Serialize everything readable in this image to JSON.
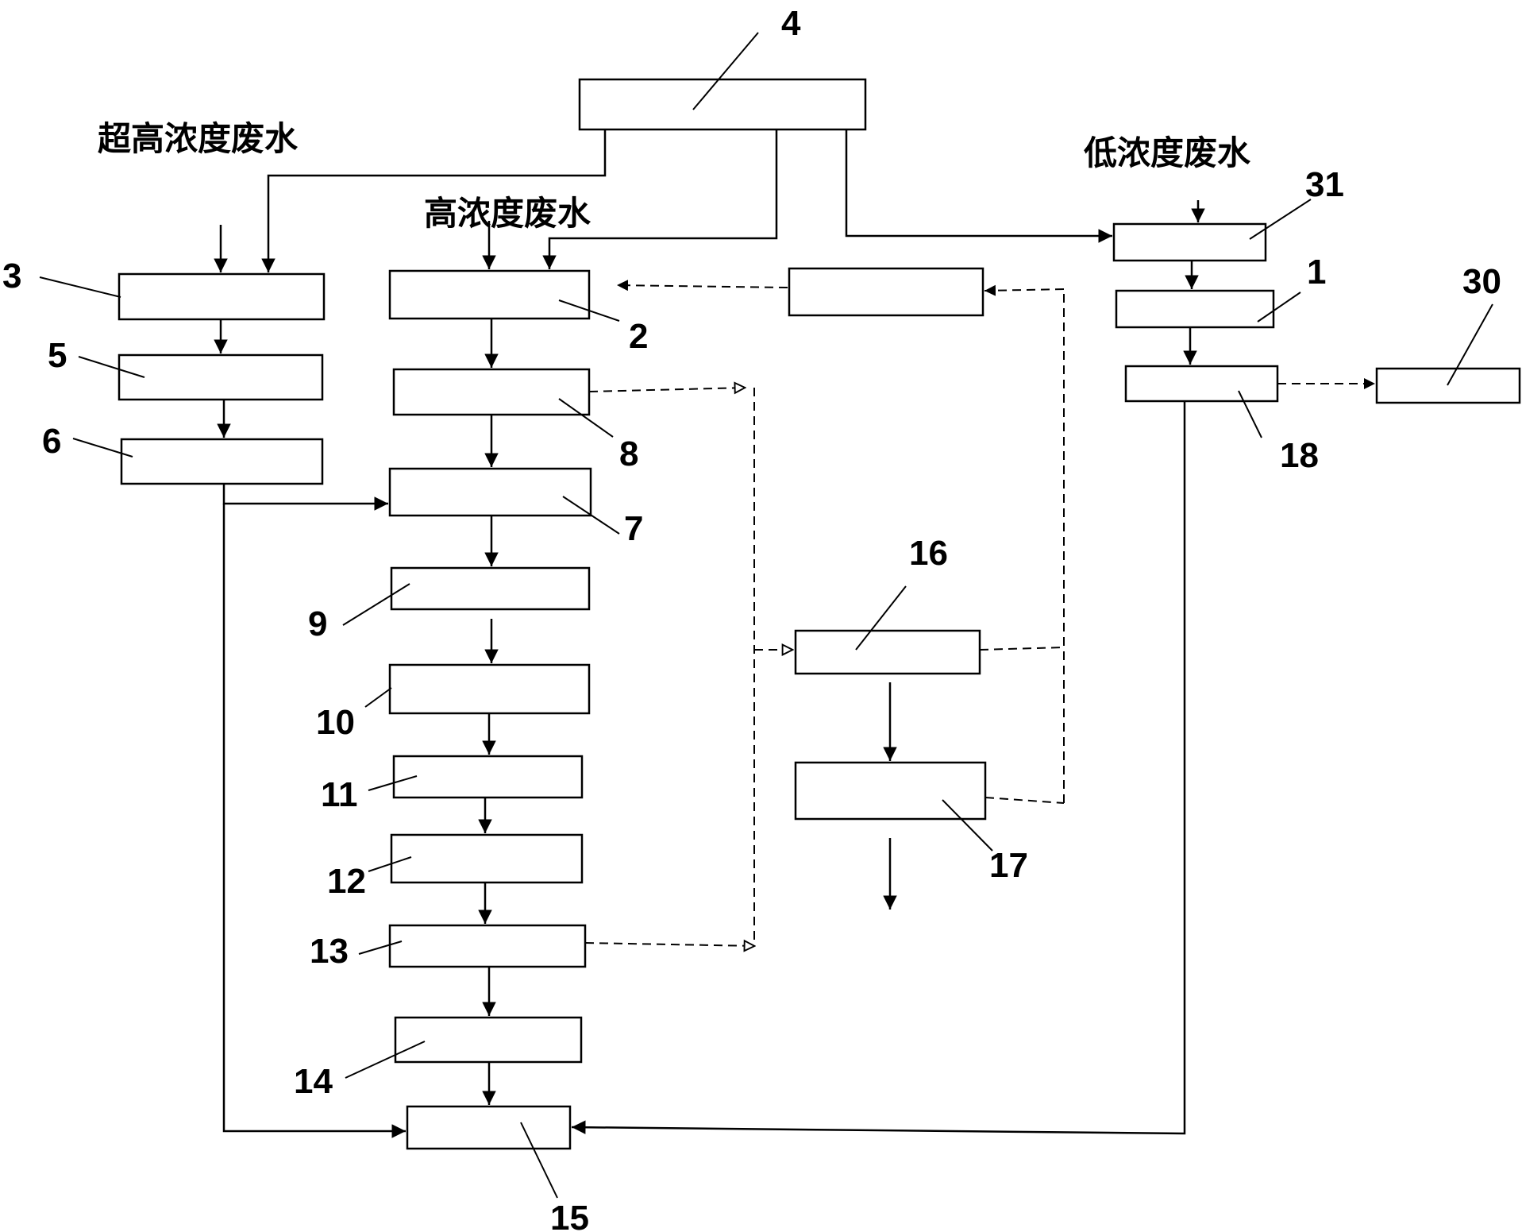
{
  "labels": {
    "ultra_high": "超高浓度废水",
    "high": "高浓度废水",
    "low": "低浓度废水"
  },
  "numbers": {
    "n1": "1",
    "n2": "2",
    "n3": "3",
    "n4": "4",
    "n5": "5",
    "n6": "6",
    "n7": "7",
    "n8": "8",
    "n9": "9",
    "n10": "10",
    "n11": "11",
    "n12": "12",
    "n13": "13",
    "n14": "14",
    "n15": "15",
    "n16": "16",
    "n17": "17",
    "n18": "18",
    "n30": "30",
    "n31": "31"
  }
}
